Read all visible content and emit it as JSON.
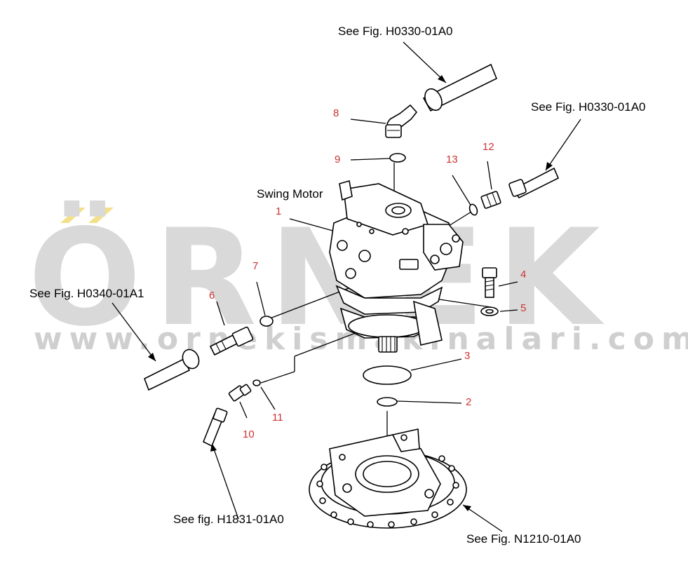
{
  "watermark": {
    "brand": "ÖRNEK",
    "url": "www.ornekismakinalari.com.tr",
    "accent_color": "#f3e08a"
  },
  "title_label": "Swing Motor",
  "references": {
    "top": "See Fig. H0330-01A0",
    "right": "See Fig. H0330-01A0",
    "left": "See Fig. H0340-01A1",
    "bottom_left": "See fig. H1831-01A0",
    "bottom_right": "See Fig. N1210-01A0"
  },
  "part_numbers": {
    "p1": "1",
    "p2": "2",
    "p3": "3",
    "p4": "4",
    "p5": "5",
    "p6": "6",
    "p7": "7",
    "p8": "8",
    "p9": "9",
    "p10": "10",
    "p11": "11",
    "p12": "12",
    "p13": "13"
  },
  "colors": {
    "callout_number": "#cc3333",
    "watermark_gray": "#d9d9d9"
  }
}
